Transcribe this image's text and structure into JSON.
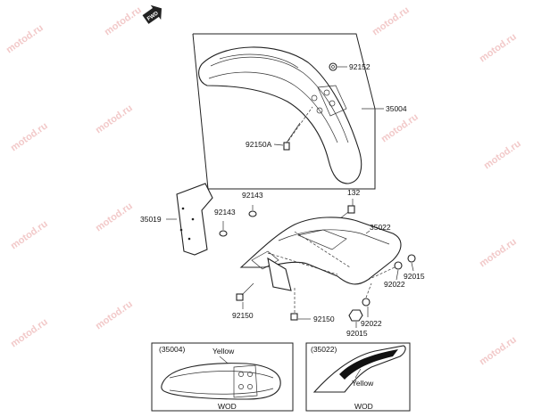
{
  "watermark": "motod.ru",
  "front_badge": "FWD",
  "callouts": {
    "c92152": "92152",
    "c35004": "35004",
    "c92150A": "92150A",
    "c132": "132",
    "c92143a": "92143",
    "c92143b": "92143",
    "c35019": "35019",
    "c35022": "35022",
    "c92015a": "92015",
    "c92022a": "92022",
    "c92150a": "92150",
    "c92150b": "92150",
    "c92022b": "92022",
    "c92015b": "92015"
  },
  "inset_left": {
    "ref": "(35004)",
    "color": "Yellow",
    "caption": "WOD"
  },
  "inset_right": {
    "ref": "(35022)",
    "color": "Yellow",
    "caption": "WOD"
  }
}
